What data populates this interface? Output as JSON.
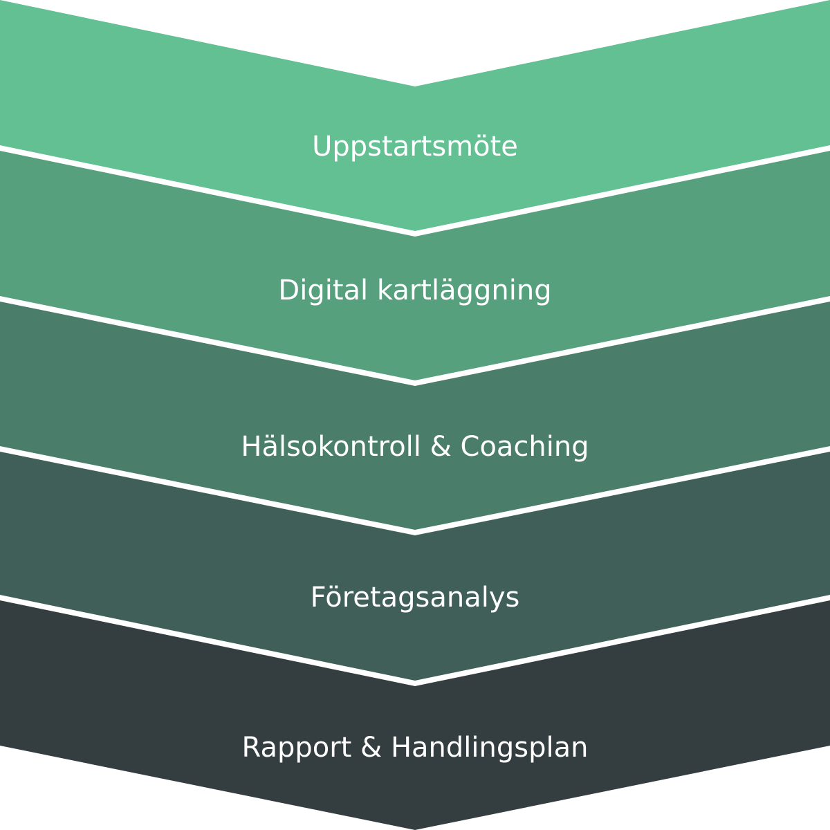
{
  "steps": [
    {
      "label": "Uppstartsmöte",
      "color": "#63c093"
    },
    {
      "label": "Digital kartläggning",
      "color": "#57a07e"
    },
    {
      "label": "Hälsokontroll & Coaching",
      "color": "#4b7d6b"
    },
    {
      "label": "Företagsanalys",
      "color": "#405f58"
    },
    {
      "label": "Rapport & Handlingsplan",
      "color": "#343e40"
    }
  ],
  "separator_color": "#ffffff"
}
